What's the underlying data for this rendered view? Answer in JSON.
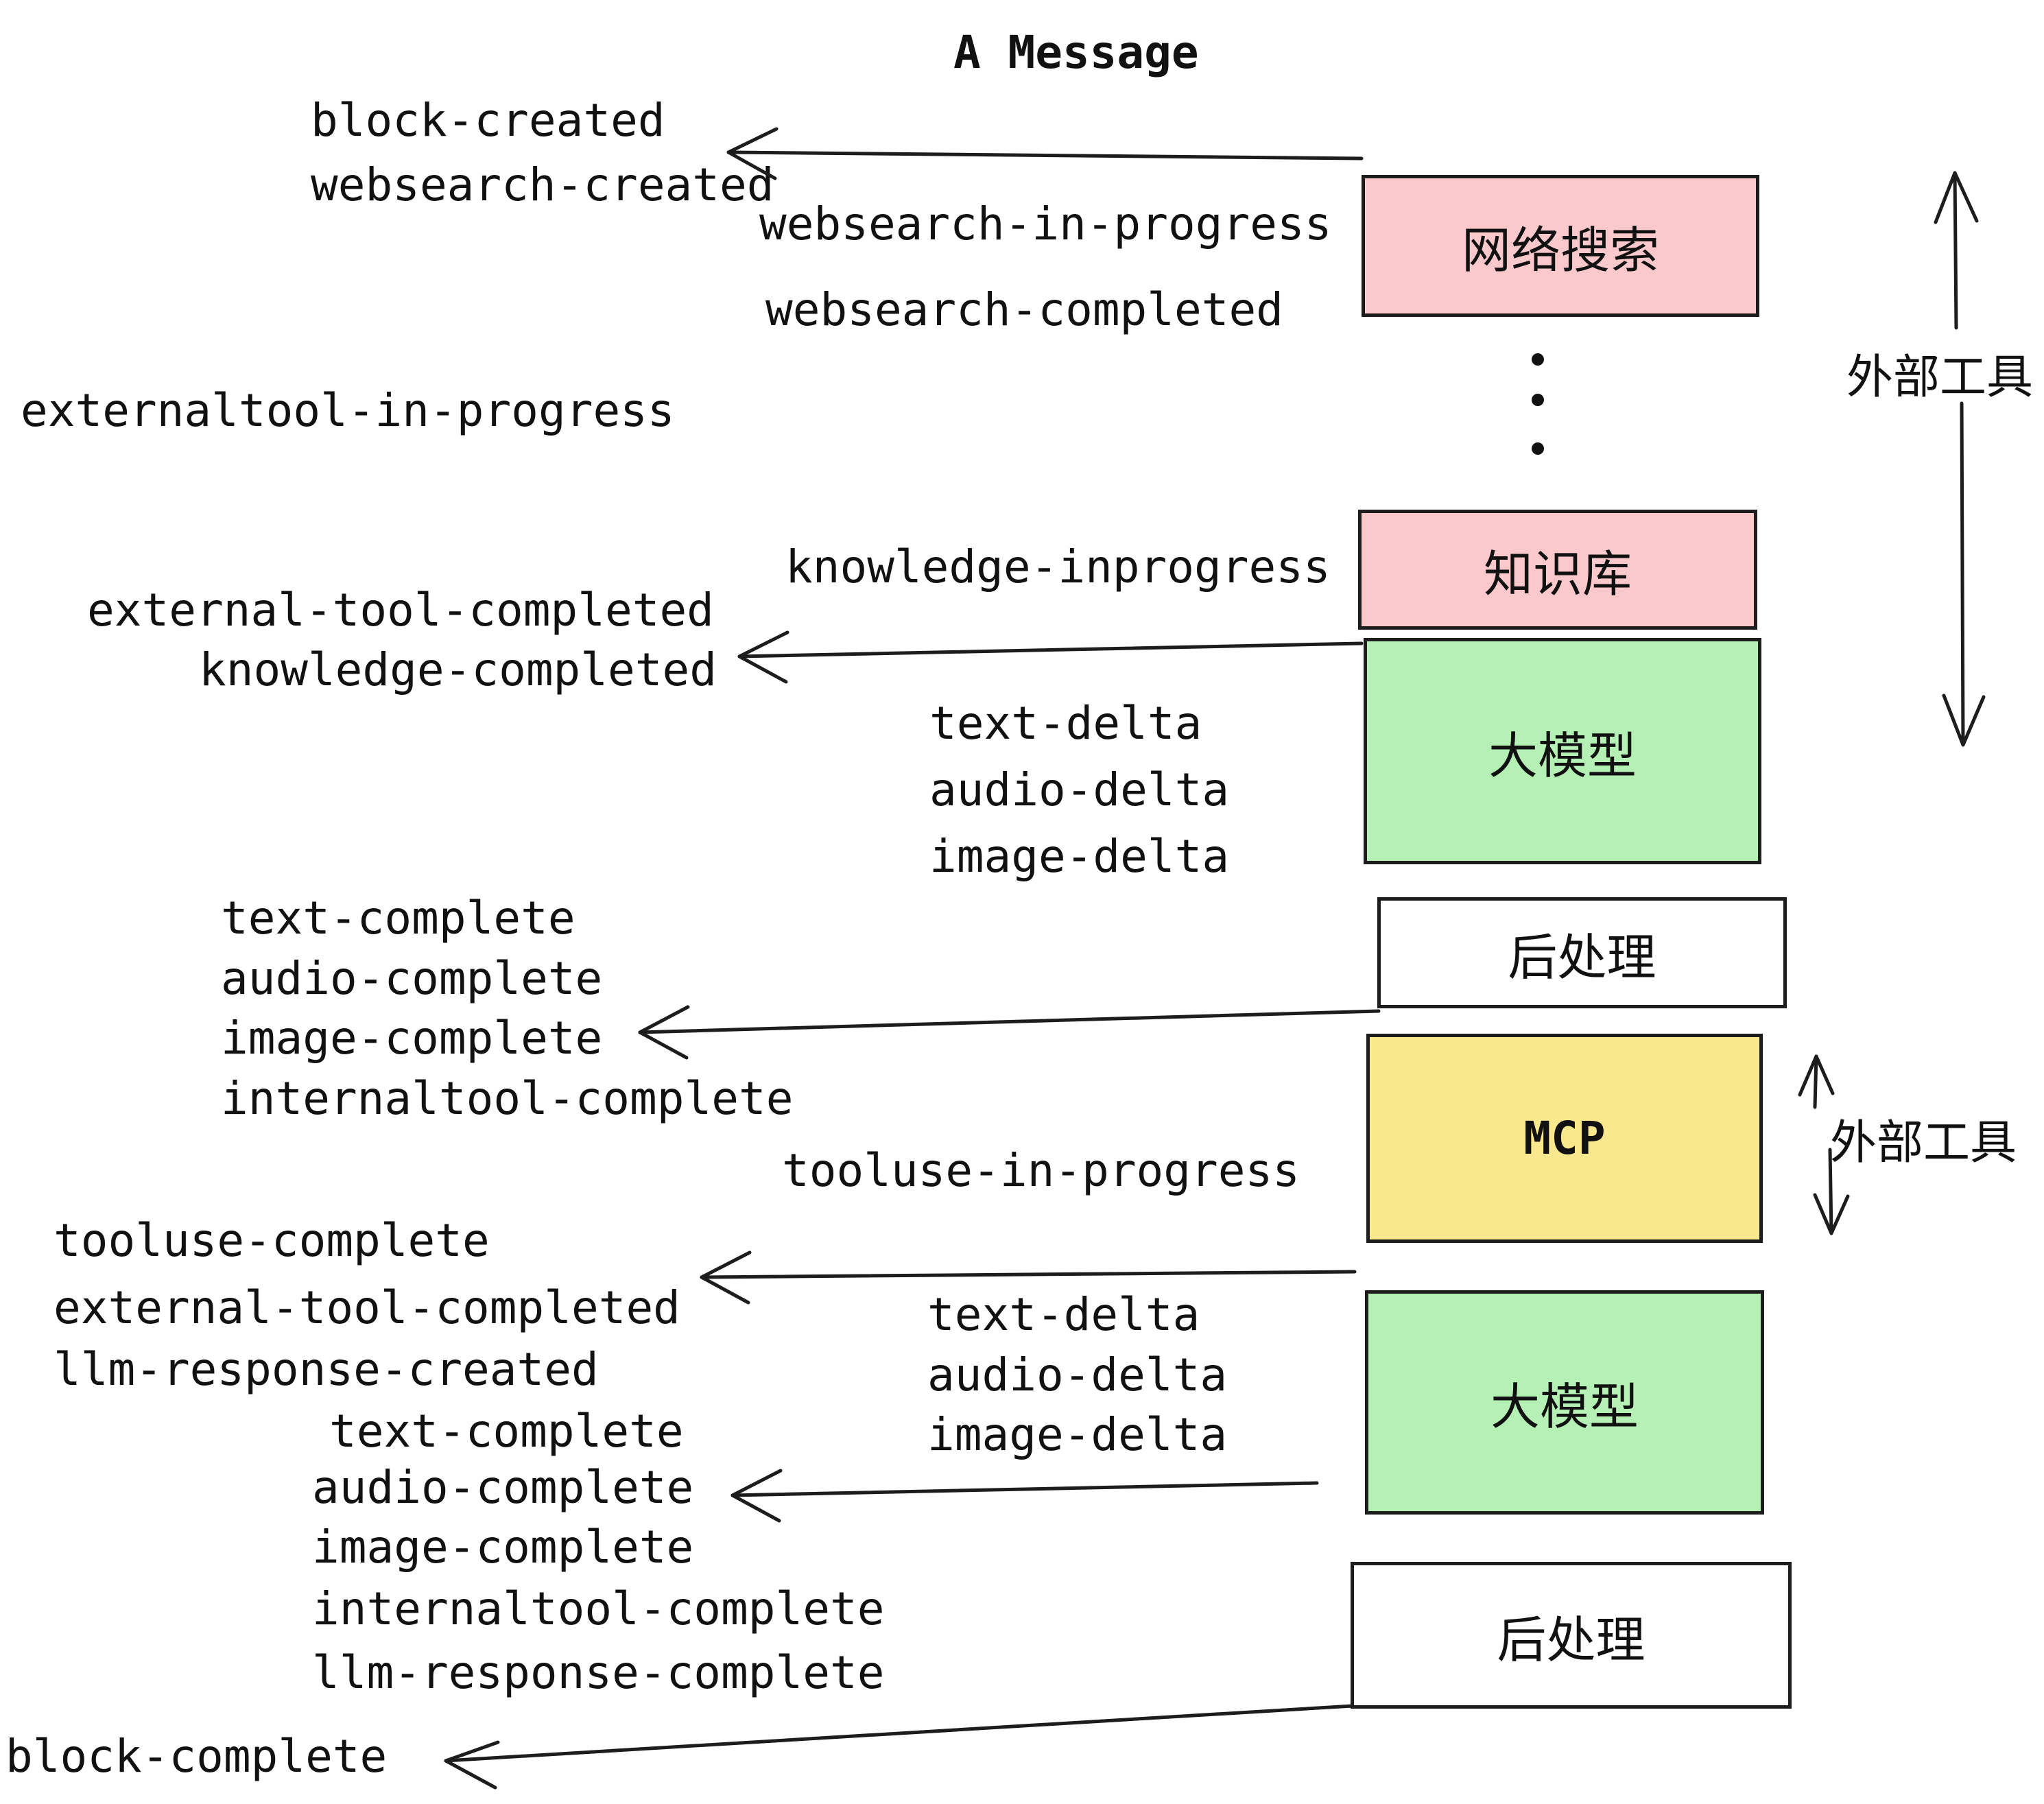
{
  "title": "A Message",
  "events": {
    "block_created": "block-created",
    "websearch_created": "websearch-created",
    "websearch_in_progress": "websearch-in-progress",
    "websearch_completed": "websearch-completed",
    "externaltool_in_progress": "externaltool-in-progress",
    "knowledge_inprogress": "knowledge-inprogress",
    "external_tool_completed": "external-tool-completed",
    "knowledge_completed": "knowledge-completed",
    "text_delta_1": "text-delta",
    "audio_delta_1": "audio-delta",
    "image_delta_1": "image-delta",
    "text_complete_1": "text-complete",
    "audio_complete_1": "audio-complete",
    "image_complete_1": "image-complete",
    "internaltool_complete_1": "internaltool-complete",
    "tooluse_in_progress": "tooluse-in-progress",
    "tooluse_complete": "tooluse-complete",
    "external_tool_completed_2": "external-tool-completed",
    "llm_response_created": "llm-response-created",
    "text_delta_2": "text-delta",
    "audio_delta_2": "audio-delta",
    "image_delta_2": "image-delta",
    "text_complete_2": "text-complete",
    "audio_complete_2": "audio-complete",
    "image_complete_2": "image-complete",
    "internaltool_complete_2": "internaltool-complete",
    "llm_response_complete": "llm-response-complete",
    "block_complete": "block-complete"
  },
  "boxes": {
    "websearch": "网络搜索",
    "knowledge": "知识库",
    "llm_top": "大模型",
    "post_top": "后处理",
    "mcp": "MCP",
    "llm_bottom": "大模型",
    "post_bottom": "后处理"
  },
  "annotations": {
    "external_tools_top": "外部工具",
    "external_tools_bottom": "外部工具"
  },
  "colors": {
    "pink": "#fbc9cb",
    "green": "#b5f1b5",
    "yellow": "#fae88e",
    "white": "#ffffff",
    "border": "#1d1d1d",
    "ink": "#111111"
  }
}
